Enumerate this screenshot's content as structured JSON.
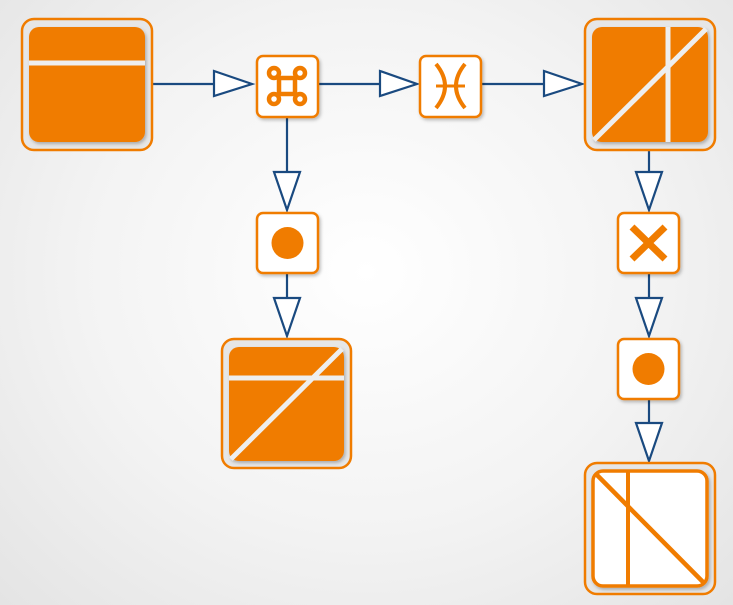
{
  "colors": {
    "accent": "#f07c00",
    "edge": "#1a4a80",
    "fill_white": "#ffffff",
    "divider": "#e8e8e8"
  },
  "nodes": [
    {
      "id": "source",
      "icon": "panel-horizontal-split-icon",
      "kind": "large",
      "fill": "orange"
    },
    {
      "id": "command",
      "icon": "command-key-icon",
      "kind": "small"
    },
    {
      "id": "pisces",
      "icon": "pisces-symbol-icon",
      "kind": "small"
    },
    {
      "id": "target-top-right",
      "icon": "panel-vertical-split-diagonal-icon",
      "kind": "large",
      "fill": "orange"
    },
    {
      "id": "dot-left",
      "icon": "filled-circle-icon",
      "kind": "small"
    },
    {
      "id": "target-middle",
      "icon": "panel-horizontal-split-diagonal-icon",
      "kind": "large",
      "fill": "orange"
    },
    {
      "id": "cross",
      "icon": "cross-icon",
      "kind": "small"
    },
    {
      "id": "dot-right",
      "icon": "filled-circle-icon",
      "kind": "small"
    },
    {
      "id": "target-bottom-right",
      "icon": "panel-vertical-split-diagonal-outline-icon",
      "kind": "large",
      "fill": "white"
    }
  ],
  "edges": [
    {
      "from": "source",
      "to": "command"
    },
    {
      "from": "command",
      "to": "pisces"
    },
    {
      "from": "pisces",
      "to": "target-top-right"
    },
    {
      "from": "command",
      "to": "dot-left"
    },
    {
      "from": "dot-left",
      "to": "target-middle"
    },
    {
      "from": "target-top-right",
      "to": "cross"
    },
    {
      "from": "cross",
      "to": "dot-right"
    },
    {
      "from": "dot-right",
      "to": "target-bottom-right"
    }
  ]
}
